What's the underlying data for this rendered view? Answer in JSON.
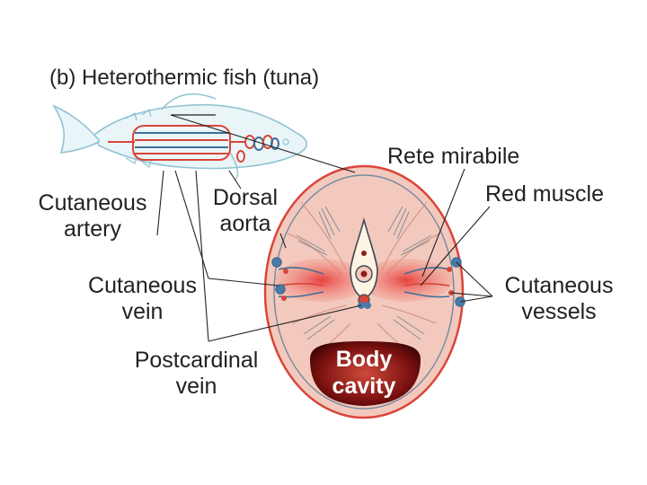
{
  "title": "(b) Heterothermic fish (tuna)",
  "labels": {
    "rete_mirabile": "Rete mirabile",
    "red_muscle": "Red muscle",
    "cutaneous_artery_1": "Cutaneous",
    "cutaneous_artery_2": "artery",
    "dorsal_aorta_1": "Dorsal",
    "dorsal_aorta_2": "aorta",
    "cutaneous_vein_1": "Cutaneous",
    "cutaneous_vein_2": "vein",
    "cutaneous_vessels_1": "Cutaneous",
    "cutaneous_vessels_2": "vessels",
    "postcardinal_vein_1": "Postcardinal",
    "postcardinal_vein_2": "vein",
    "body_cavity_1": "Body",
    "body_cavity_2": "cavity"
  },
  "colors": {
    "artery": "#d9453a",
    "vein": "#3f6f96",
    "section_fill": "#f3c9bd",
    "muscle": "#ec5b55",
    "fish_outline": "#8fc3d3",
    "cavity": "#7a1010",
    "leader": "#222222"
  }
}
